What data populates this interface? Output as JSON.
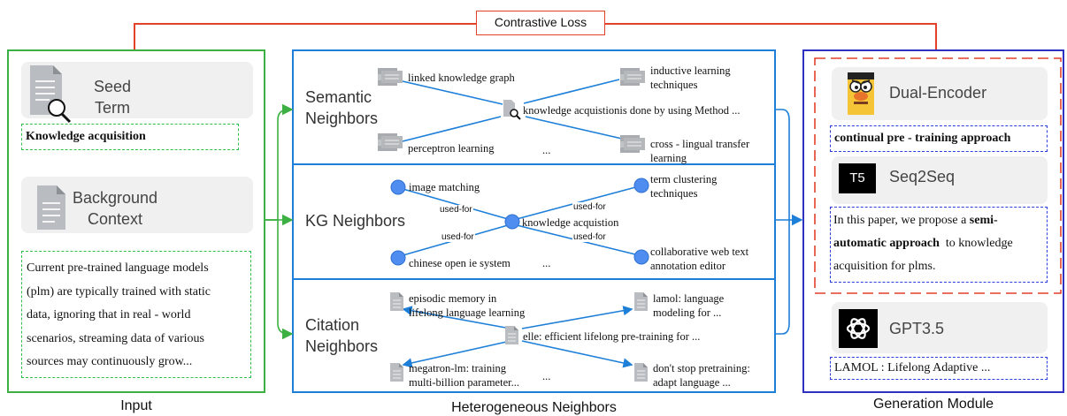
{
  "top": {
    "loss_label": "Contrastive Loss"
  },
  "input": {
    "caption": "Input",
    "seed_title_line1": "Seed",
    "seed_title_line2": "Term",
    "seed_value": "Knowledge acquisition",
    "background_title_line1": "Background",
    "background_title_line2": "Context",
    "background_lines": [
      "Current pre-trained language models",
      "(plm) are typically trained with static",
      "data, ignoring that in real - world",
      "scenarios, streaming data of various",
      "sources may continuously grow..."
    ]
  },
  "neighbors": {
    "caption": "Heterogeneous Neighbors",
    "semantic": {
      "label_line1": "Semantic",
      "label_line2": "Neighbors",
      "center": "knowledge acquistionis done by using Method ...",
      "items": [
        "linked knowledge graph",
        "inductive learning",
        "techniques",
        "perceptron learning",
        "cross - lingual transfer",
        "learning",
        "..."
      ]
    },
    "kg": {
      "label": "KG Neighbors",
      "center": "knowledge acquistion",
      "items": [
        "image matching",
        "term clustering",
        "techniques",
        "chinese open ie system",
        "collaborative web text",
        "annotation editor",
        "..."
      ],
      "edge_labels": [
        "used-for",
        "used-for",
        "used-for",
        "used-for"
      ]
    },
    "citation": {
      "label_line1": "Citation",
      "label_line2": "Neighbors",
      "center": "elle: efficient lifelong pre-training for ...",
      "items": [
        "episodic memory in",
        "lifelong language learning",
        "lamol: language",
        "modeling for ...",
        "megatron-lm: training",
        "multi-billion parameter...",
        "don't stop pretraining:",
        "adapt language  ...",
        "..."
      ]
    }
  },
  "generation": {
    "caption": "Generation Module",
    "dual_encoder": {
      "title": "Dual-Encoder",
      "output": "continual pre - training approach"
    },
    "seq2seq": {
      "logo_text": "T5",
      "title": "Seq2Seq",
      "line1": "In this paper, we propose a ",
      "line1_bold": "semi-",
      "line2_bold": "automatic approach",
      "line2": "  to knowledge",
      "line3": "acquisition for plms."
    },
    "gpt": {
      "title": "GPT3.5",
      "output": "LAMOL : Lifelong Adaptive ..."
    }
  },
  "colors": {
    "input_border": "#3cb043",
    "neighbors_border": "#1e7fd8",
    "generation_border": "#2e30c0",
    "loss_red": "#e2412a",
    "node_blue": "#4f8ef0",
    "dashed_green": "#2fbe4a",
    "dashed_blue": "#2b3ddb"
  }
}
